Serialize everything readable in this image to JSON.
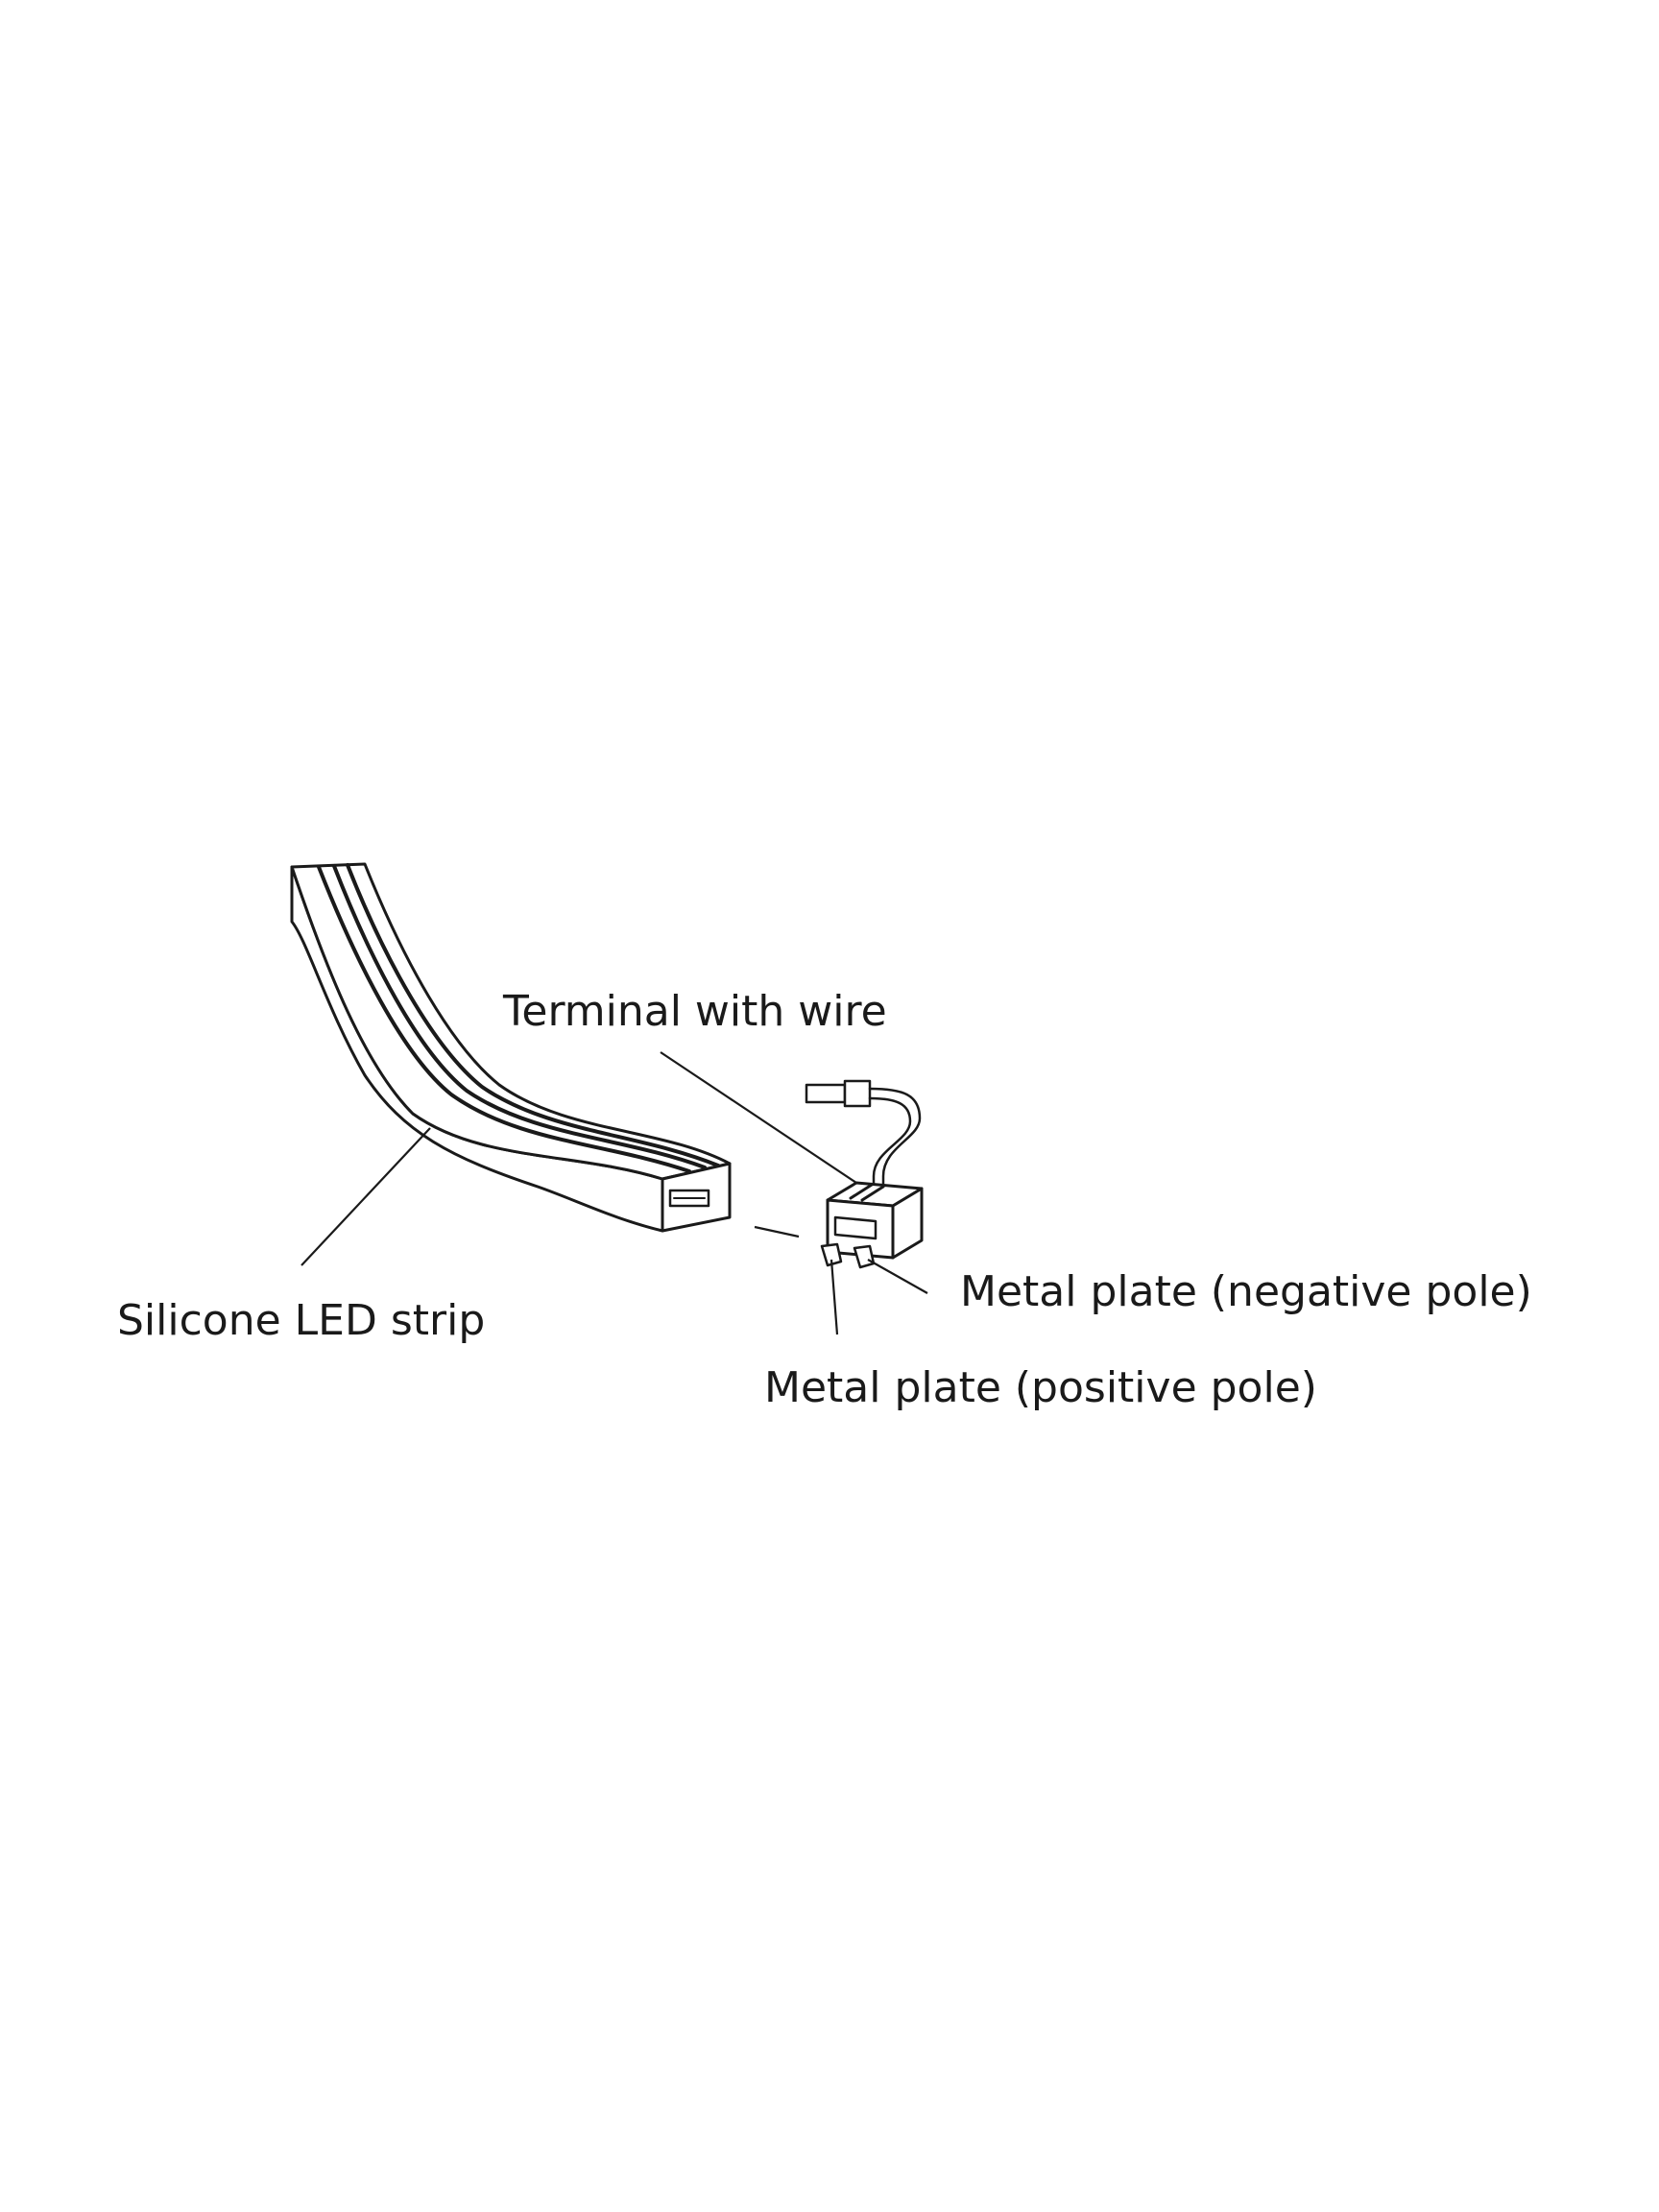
{
  "labels": {
    "terminal": "Terminal with wire",
    "strip": "Silicone LED strip",
    "negative": "Metal plate (negative pole)",
    "positive": "Metal plate (positive pole)"
  },
  "colors": {
    "ink": "#1a1a1a",
    "background": "#ffffff"
  }
}
